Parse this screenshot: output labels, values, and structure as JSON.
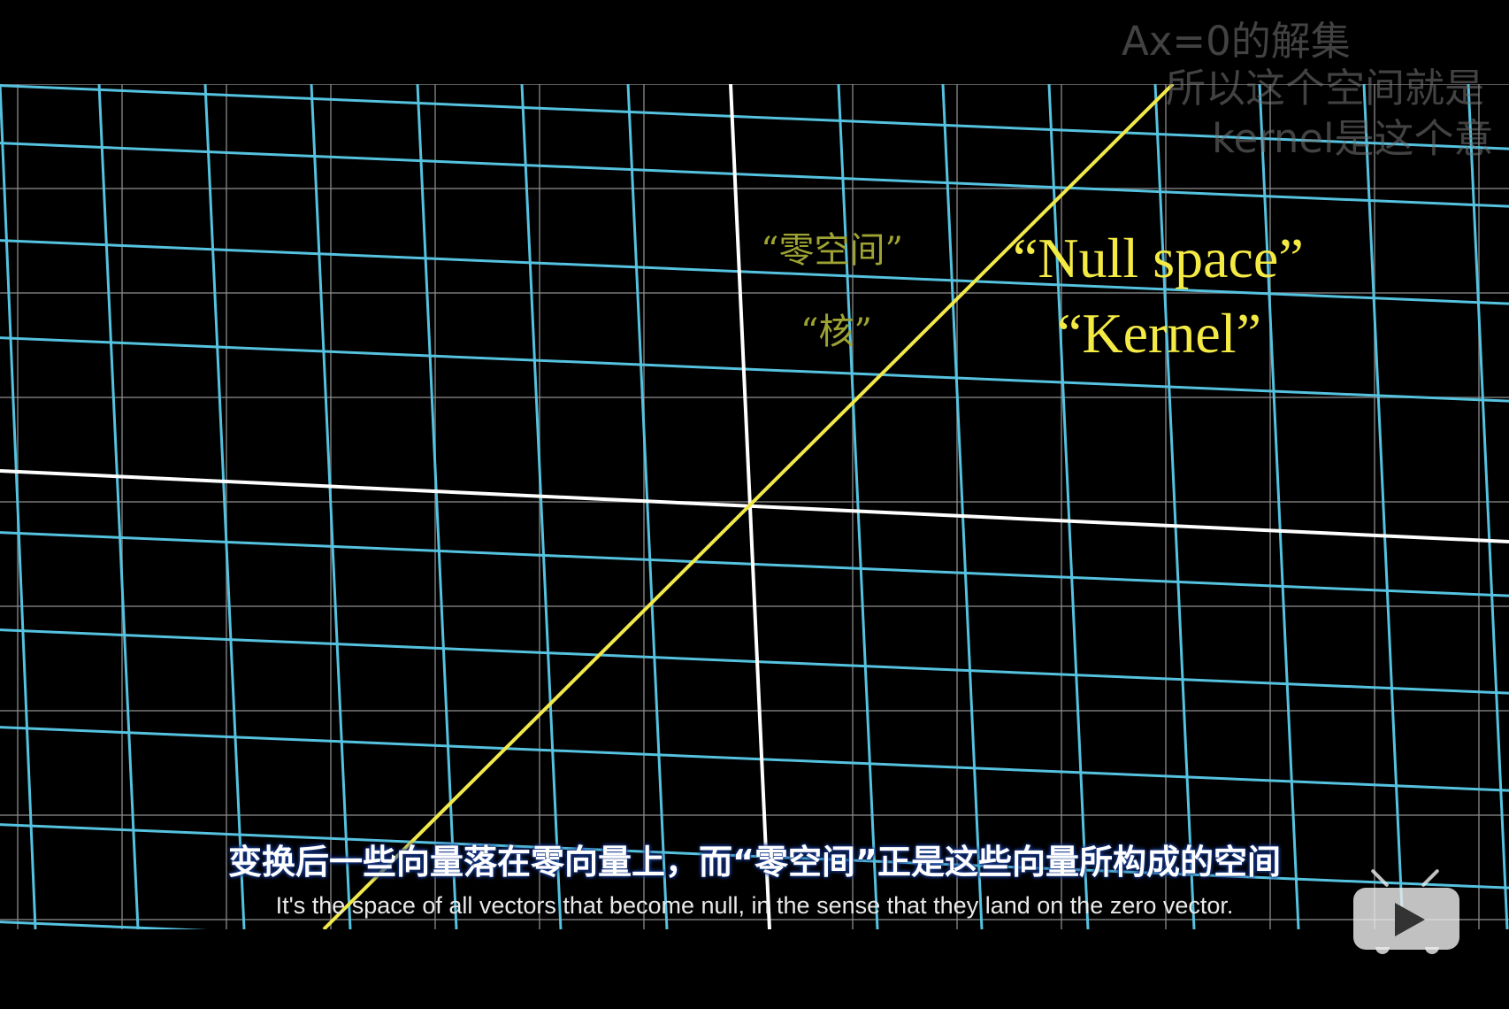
{
  "overlay": {
    "line1": "Ax=0的解集",
    "line2": "所以这个空间就是",
    "line3": "kernel是这个意"
  },
  "labels": {
    "null_space_zh": "“零空间”",
    "kernel_zh": "“核”",
    "null_space_en": "“Null space”",
    "kernel_en": "“Kernel”"
  },
  "subtitles": {
    "zh": "变换后一些向量落在零向量上，而“零空间”正是这些向量所构成的空间",
    "en": "It's the space of all vectors that become null, in the sense that they land on the zero vector."
  },
  "player": {
    "play_icon": "play-icon"
  },
  "colors": {
    "background": "#000000",
    "grid_blue": "#55c2df",
    "grid_gray": "#8a8a8a",
    "axis_white": "#ffffff",
    "null_line_yellow": "#f1e84a",
    "label_zh": "#9ea333",
    "label_en": "#f4ea44"
  }
}
